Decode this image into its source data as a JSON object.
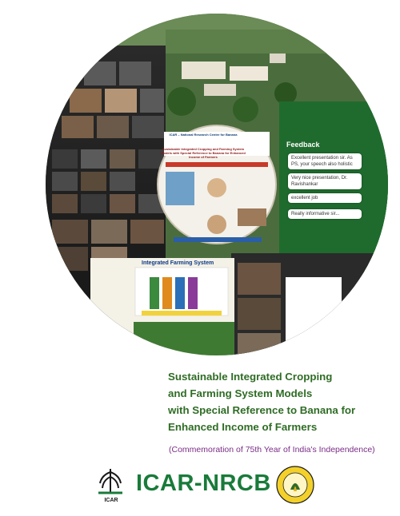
{
  "poster": {
    "title_line1": "ICAR – National Research Centre for Banana",
    "title_line2": "Sustainable Integrated Cropping and Farming System Models with Special Reference to Banana for Enhanced Income of Farmers"
  },
  "farming_panel": {
    "header": "Integrated Farming System"
  },
  "feedback": {
    "title": "Feedback",
    "comments": [
      "Excellent presentation sir. As PS, your speech also holistic",
      "Very nice presentation, Dr. Ravishankar",
      "excellent job",
      "Really informative sir..."
    ]
  },
  "document": {
    "title_lines": [
      "Sustainable Integrated Cropping",
      "and Farming System Models",
      "with Special Reference to Banana for",
      "Enhanced Income of Farmers"
    ],
    "subtitle": "(Commemoration of 75th Year of India's Independence)"
  },
  "footer": {
    "brand": "ICAR-NRCB",
    "icar_logo_text": "ICAR"
  },
  "colors": {
    "dark_green": "#1f6b2e",
    "title_green": "#2f6c25",
    "subtitle_purple": "#7a2c86",
    "brand_green": "#197b3a"
  }
}
